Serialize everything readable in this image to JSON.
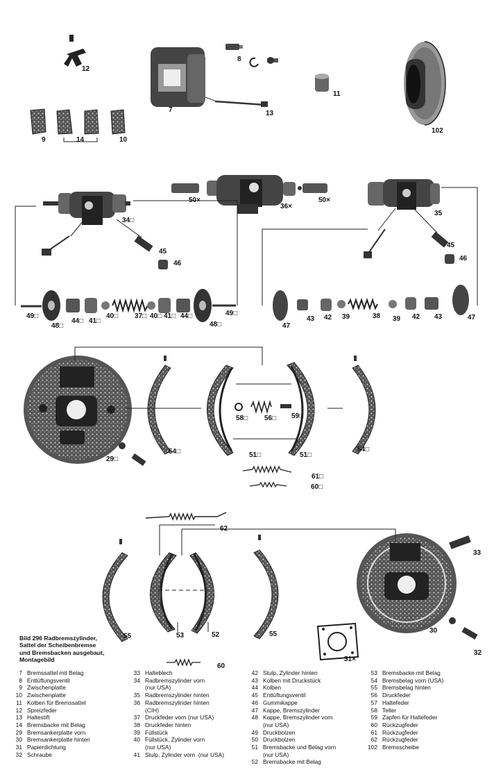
{
  "figure": {
    "caption_lines": [
      "Bild 296  Radbremszylinder,",
      "Sattel der Scheibenbremse",
      "und Bremsbacken ausgebaut,",
      "Montagebild"
    ]
  },
  "callouts": [
    {
      "id": "c12",
      "text": "12"
    },
    {
      "id": "c8",
      "text": "8"
    },
    {
      "id": "c7",
      "text": "7"
    },
    {
      "id": "c13",
      "text": "13"
    },
    {
      "id": "c11",
      "text": "11"
    },
    {
      "id": "c102",
      "text": "102"
    },
    {
      "id": "c9",
      "text": "9"
    },
    {
      "id": "c14",
      "text": "14"
    },
    {
      "id": "c10",
      "text": "10"
    },
    {
      "id": "c50a",
      "text": "50×"
    },
    {
      "id": "c36",
      "text": "36×"
    },
    {
      "id": "c50b",
      "text": "50×"
    },
    {
      "id": "c34",
      "text": "34□"
    },
    {
      "id": "c35",
      "text": "35"
    },
    {
      "id": "c45a",
      "text": "45"
    },
    {
      "id": "c46a",
      "text": "46"
    },
    {
      "id": "c45b",
      "text": "45"
    },
    {
      "id": "c46b",
      "text": "46"
    },
    {
      "id": "c49a",
      "text": "49□"
    },
    {
      "id": "c48a",
      "text": "48□"
    },
    {
      "id": "c44a",
      "text": "44□"
    },
    {
      "id": "c41a",
      "text": "41□"
    },
    {
      "id": "c40a",
      "text": "40□"
    },
    {
      "id": "c37",
      "text": "37□"
    },
    {
      "id": "c40b",
      "text": "40□"
    },
    {
      "id": "c41b",
      "text": "41□"
    },
    {
      "id": "c44b",
      "text": "44□"
    },
    {
      "id": "c48b",
      "text": "48□"
    },
    {
      "id": "c49b",
      "text": "49□"
    },
    {
      "id": "c47a",
      "text": "47"
    },
    {
      "id": "c43a",
      "text": "43"
    },
    {
      "id": "c42a",
      "text": "42"
    },
    {
      "id": "c39a",
      "text": "39"
    },
    {
      "id": "c38",
      "text": "38"
    },
    {
      "id": "c39b",
      "text": "39"
    },
    {
      "id": "c42b",
      "text": "42"
    },
    {
      "id": "c43b",
      "text": "43"
    },
    {
      "id": "c47b",
      "text": "47"
    },
    {
      "id": "c29",
      "text": "29□"
    },
    {
      "id": "c54a",
      "text": "54□"
    },
    {
      "id": "c58",
      "text": "58□"
    },
    {
      "id": "c56",
      "text": "56□"
    },
    {
      "id": "c59",
      "text": "59□"
    },
    {
      "id": "c51a",
      "text": "51□"
    },
    {
      "id": "c51b",
      "text": "51□"
    },
    {
      "id": "c54b",
      "text": "54□"
    },
    {
      "id": "c61",
      "text": "61□"
    },
    {
      "id": "c60a",
      "text": "60□"
    },
    {
      "id": "c62",
      "text": "62"
    },
    {
      "id": "c33",
      "text": "33"
    },
    {
      "id": "c55a",
      "text": "55"
    },
    {
      "id": "c53",
      "text": "53"
    },
    {
      "id": "c52",
      "text": "52"
    },
    {
      "id": "c55b",
      "text": "55"
    },
    {
      "id": "c30",
      "text": "30"
    },
    {
      "id": "c31",
      "text": "31×"
    },
    {
      "id": "c32",
      "text": "32"
    },
    {
      "id": "c60b",
      "text": "60"
    }
  ],
  "legend": {
    "col1": [
      {
        "n": "7",
        "t": "Bremssattel mit Belag"
      },
      {
        "n": "8",
        "t": "Entlüftungsventil"
      },
      {
        "n": "9",
        "t": "Zwischenplatte"
      },
      {
        "n": "10",
        "t": "Zwischenplatte"
      },
      {
        "n": "11",
        "t": "Kolben für Bremssattel"
      },
      {
        "n": "12",
        "t": "Spreizfeder"
      },
      {
        "n": "13",
        "t": "Haltestift"
      },
      {
        "n": "14",
        "t": "Bremsbacke mit Belag"
      },
      {
        "n": "29",
        "t": "Bremsankerplatte vorn"
      },
      {
        "n": "30",
        "t": "Bremsankerplatte hinten"
      },
      {
        "n": "31",
        "t": "Papierdichtung"
      },
      {
        "n": "32",
        "t": "Schraube"
      }
    ],
    "col2": [
      {
        "n": "33",
        "t": "Halteblech"
      },
      {
        "n": "34",
        "t": "Radbremszylinder vorn"
      },
      {
        "n": "",
        "t": "(nur USA)"
      },
      {
        "n": "35",
        "t": "Radbremszylinder hinten"
      },
      {
        "n": "36",
        "t": "Radbremszylinder hinten"
      },
      {
        "n": "",
        "t": "(CIH)"
      },
      {
        "n": "37",
        "t": "Druckfeder vorn (nur USA)"
      },
      {
        "n": "38",
        "t": "Druckfeder hinten"
      },
      {
        "n": "39",
        "t": "Füllstück"
      },
      {
        "n": "40",
        "t": "Füllstück, Zylinder vorn"
      },
      {
        "n": "",
        "t": "(nur USA)"
      },
      {
        "n": "41",
        "t": "Stulp, Zylinder vorn  (nur USA)"
      }
    ],
    "col3": [
      {
        "n": "42",
        "t": "Stulp, Zylinder hinten"
      },
      {
        "n": "43",
        "t": "Kolben mit Druckstück"
      },
      {
        "n": "44",
        "t": "Kolben"
      },
      {
        "n": "45",
        "t": "Entlüftungsventil"
      },
      {
        "n": "46",
        "t": "Gummikappe"
      },
      {
        "n": "47",
        "t": "Kappe, Bremszylinder"
      },
      {
        "n": "48",
        "t": "Kappe, Bremszylinder vorn"
      },
      {
        "n": "",
        "t": "(nur USA)"
      },
      {
        "n": "49",
        "t": "Druckbolzen"
      },
      {
        "n": "50",
        "t": "Druckbolzen"
      },
      {
        "n": "51",
        "t": "Bremsbacke und Belag vorn"
      },
      {
        "n": "",
        "t": "(nur USA)"
      },
      {
        "n": "52",
        "t": "Bremsbacke mit Belag"
      }
    ],
    "col4": [
      {
        "n": "53",
        "t": "Bremsbacke mit Belag"
      },
      {
        "n": "54",
        "t": "Bremsbelag vorn (USA)"
      },
      {
        "n": "55",
        "t": "Bremsbelag hinten"
      },
      {
        "n": "56",
        "t": "Druckfeder"
      },
      {
        "n": "57",
        "t": "Haltefeder"
      },
      {
        "n": "58",
        "t": "Teller"
      },
      {
        "n": "59",
        "t": "Zapfen für Haltefeder"
      },
      {
        "n": "60",
        "t": "Rückzugfeder"
      },
      {
        "n": "61",
        "t": "Rückzugfeder"
      },
      {
        "n": "62",
        "t": "Rückzugfeder"
      },
      {
        "n": "102",
        "t": "Bremsscheibe"
      }
    ]
  }
}
